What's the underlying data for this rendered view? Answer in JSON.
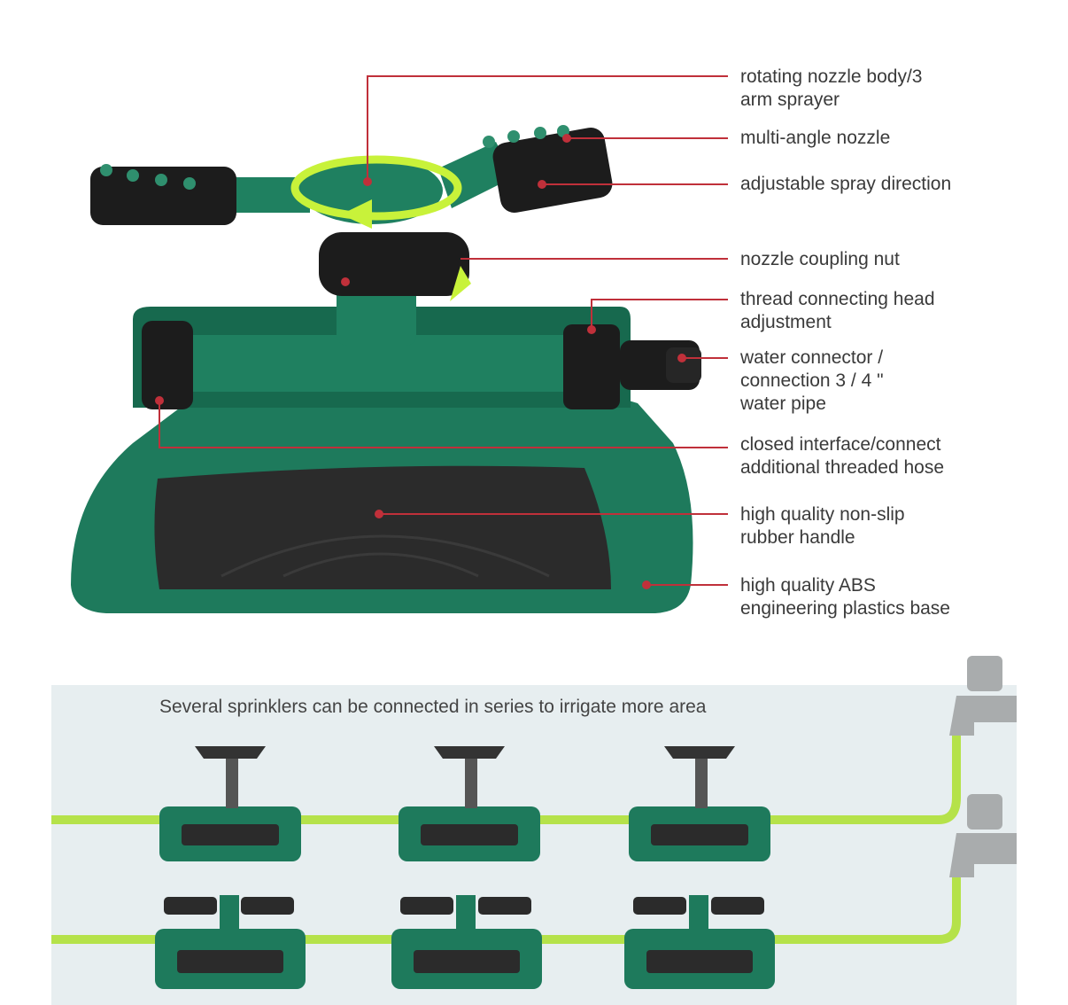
{
  "callouts": [
    {
      "id": "rotating-nozzle",
      "lines": [
        "rotating nozzle body/3",
        "arm sprayer"
      ]
    },
    {
      "id": "multi-angle",
      "lines": [
        "multi-angle nozzle"
      ]
    },
    {
      "id": "spray-direction",
      "lines": [
        "adjustable spray direction"
      ]
    },
    {
      "id": "coupling-nut",
      "lines": [
        "nozzle coupling nut"
      ]
    },
    {
      "id": "thread-head",
      "lines": [
        "thread connecting head",
        "adjustment"
      ]
    },
    {
      "id": "water-connector",
      "lines": [
        "water connector /",
        "connection 3 / 4 \"",
        "water pipe"
      ]
    },
    {
      "id": "closed-interface",
      "lines": [
        "closed interface/connect",
        "additional threaded hose"
      ]
    },
    {
      "id": "rubber-handle",
      "lines": [
        "high quality non-slip",
        "rubber handle"
      ]
    },
    {
      "id": "abs-base",
      "lines": [
        "high quality ABS",
        "engineering plastics base"
      ]
    }
  ],
  "series": {
    "caption": "Several sprinklers can be connected in series to irrigate more area"
  },
  "colors": {
    "body_green": "#1e7a5c",
    "dark_green": "#135a43",
    "rubber": "#2b2b2b",
    "leader_line": "#c0303a",
    "hose": "#b5e24a",
    "arrow": "#c8f23a",
    "panel": "#e7eef0"
  }
}
